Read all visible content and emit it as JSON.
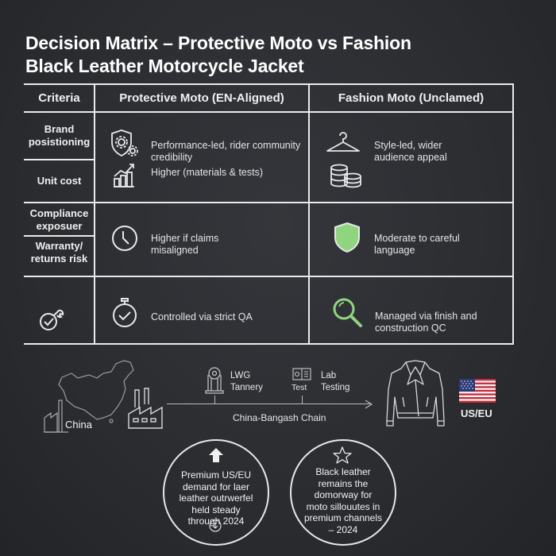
{
  "title": {
    "line1": "Decision Matrix – Protective Moto vs Fashion",
    "line2": "Black Leather Motorcycle Jacket"
  },
  "table": {
    "headers": [
      "Criteria",
      "Protective Moto (EN-Aligned)",
      "Fashion Moto (Unclamed)"
    ],
    "criteria": [
      {
        "label": "Brand posistioning",
        "line1": "Brand",
        "line2": "posistioning"
      },
      {
        "label": "Unit cost"
      },
      {
        "label": "Compliance exposuer",
        "line1": "Compliance",
        "line2": "exposuer"
      },
      {
        "label": "Warranty/ returns risk",
        "line1": "Warranty/",
        "line2": "returns risk"
      },
      {
        "label": "",
        "icon": "wrench-check-icon"
      }
    ],
    "rows": [
      {
        "protective": {
          "icon": "shield-gear-icon",
          "line1": "Performance-led, rider community",
          "line2": "credibility"
        },
        "protective_b": {
          "icon": "bar-chart-growth-icon",
          "line1": "Higher (materials & tests)"
        },
        "fashion": {
          "icon": "hanger-icon",
          "line1": "Style-led, wider",
          "line2": "audience appeal"
        },
        "fashion_b": {
          "icon": "coins-stack-icon"
        }
      },
      {
        "protective": {
          "icon": "clock-icon",
          "line1": "Higher if claims",
          "line2": "misaligned"
        },
        "fashion": {
          "icon": "shield-icon",
          "line1": "Moderate to careful",
          "line2": "language"
        }
      },
      {
        "protective": {
          "icon": "stopwatch-check-icon",
          "line1": "Controlled via strict QA"
        },
        "fashion": {
          "icon": "magnifier-icon",
          "line1": "Managed via finish and",
          "line2": "construction QC"
        }
      }
    ]
  },
  "supply_chain": {
    "origin": "China",
    "nodes": [
      {
        "icon": "tannery-icon",
        "line1": "LWG",
        "line2": "Tannery"
      },
      {
        "icon": "lab-icon",
        "sub": "Test",
        "line1": "Lab",
        "line2": "Testing"
      }
    ],
    "chain_label": "China-Bangash Chain",
    "destination": "US/EU"
  },
  "callouts": [
    {
      "icon": "arrow-up-icon",
      "lines": [
        "Premium US/EU",
        "demand for laer",
        "leather outrwerfel",
        "held steady",
        "through 2024"
      ],
      "footer_icon": "arrow-down-circle-icon"
    },
    {
      "icon": "star-icon",
      "lines": [
        "Black leather",
        "remains the",
        "domorway for",
        "moto sillouutes in",
        "premium channels",
        "– 2024"
      ]
    }
  ],
  "colors": {
    "background": "#2b2d31",
    "lines": "#eaeaea",
    "accent_green": "#8fd47e",
    "flag_red": "#c8283a",
    "flag_blue": "#2b3a78"
  }
}
